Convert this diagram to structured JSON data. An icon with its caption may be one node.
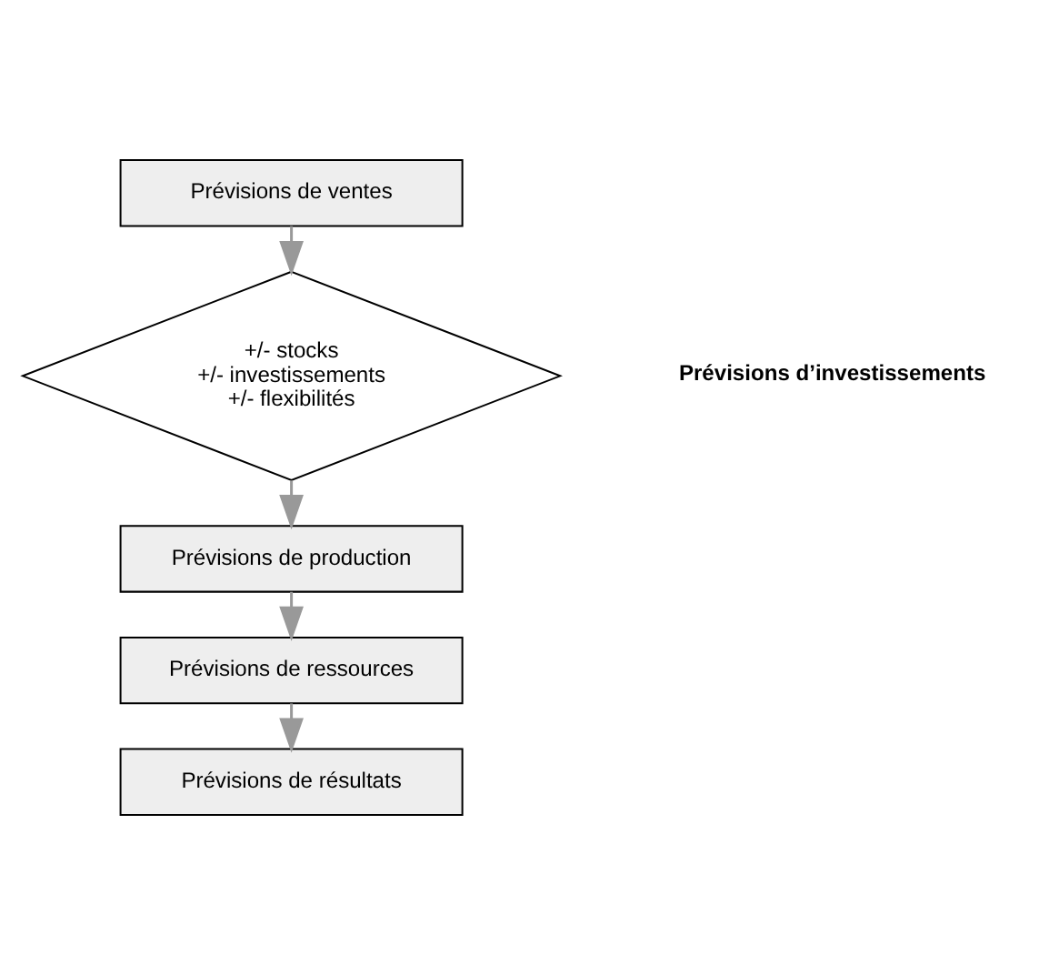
{
  "diagram": {
    "nodes": [
      {
        "text": [
          "Prévisions de ventes"
        ]
      },
      {
        "text": [
          "+/- stocks",
          "+/- investissements",
          "+/- flexibilités"
        ]
      },
      {
        "text": [
          "Prévisions de production"
        ]
      },
      {
        "text": [
          "Prévisions de ressources"
        ]
      },
      {
        "text": [
          "Prévisions de résultats"
        ]
      }
    ],
    "edges": [
      {
        "from": 0,
        "to": 1,
        "arrow": "to"
      },
      {
        "from": 1,
        "to": 2,
        "arrow": "to"
      },
      {
        "from": 2,
        "to": 3,
        "arrow": "to"
      },
      {
        "from": 3,
        "to": 4,
        "arrow": "to"
      }
    ],
    "labels": [
      "Prévisions d’investissements"
    ]
  }
}
